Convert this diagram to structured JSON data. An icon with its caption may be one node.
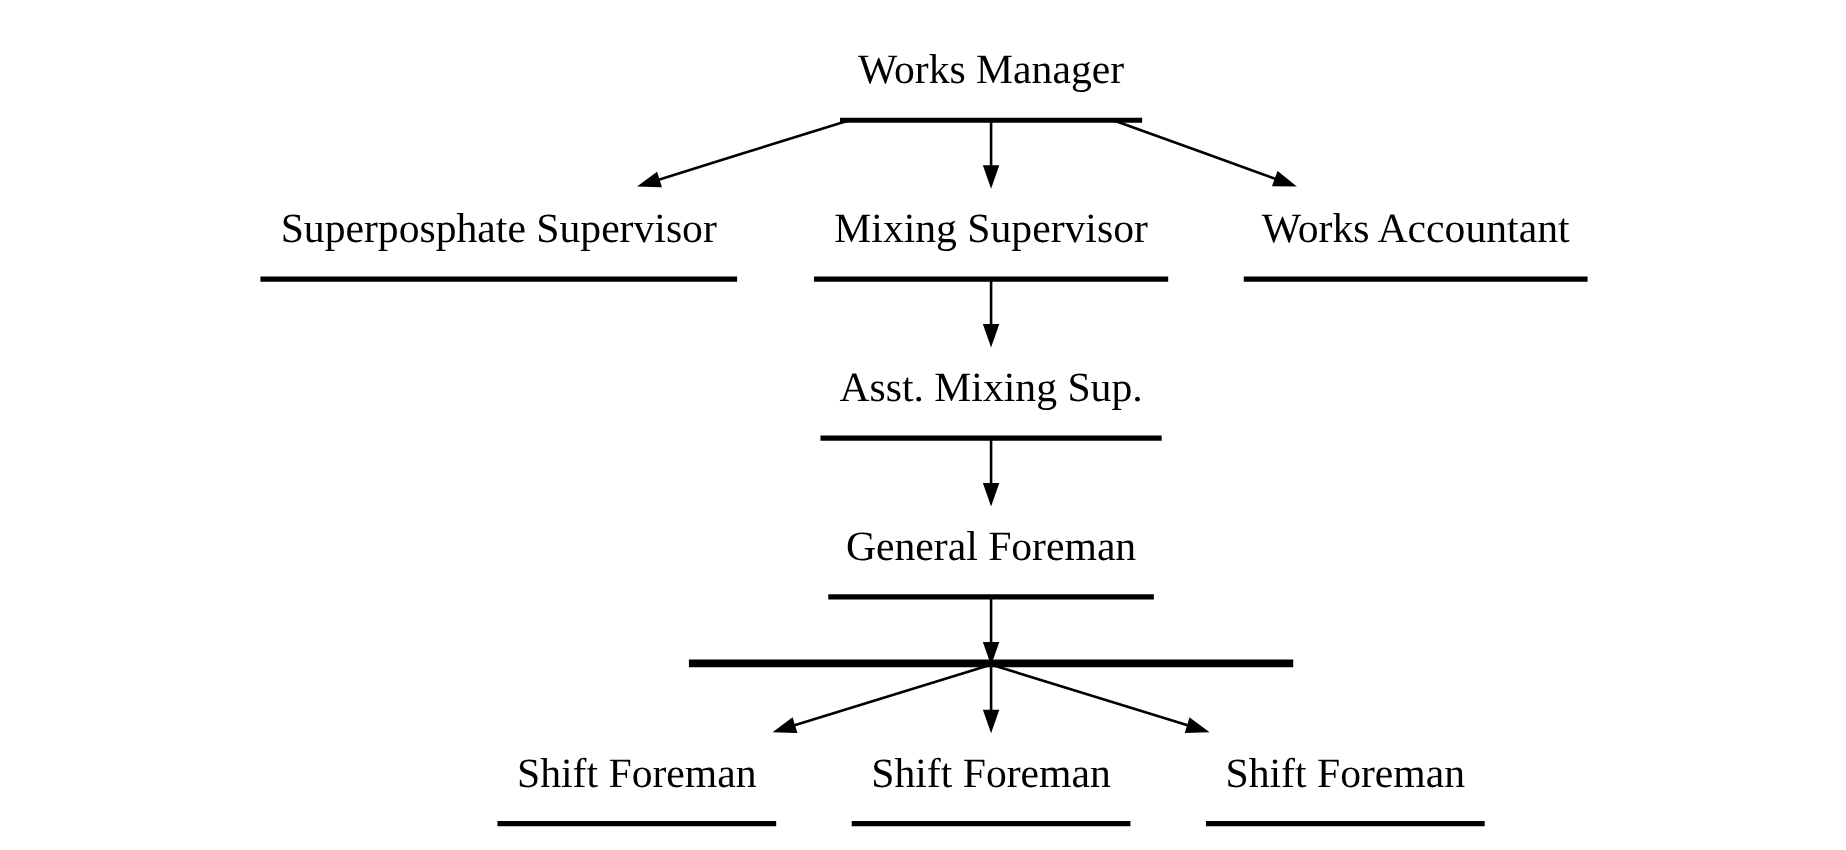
{
  "diagram": {
    "nodes": [
      {
        "text": [
          "Works Manager"
        ]
      },
      {
        "text": [
          "Superposphate Supervisor"
        ]
      },
      {
        "text": [
          "Mixing Supervisor"
        ]
      },
      {
        "text": [
          "Works Accountant"
        ]
      },
      {
        "text": [
          "Asst. Mixing Sup."
        ]
      },
      {
        "text": [
          "General Foreman"
        ]
      },
      {
        "text": [],
        "shape": "bar"
      },
      {
        "text": [
          "Shift Foreman"
        ]
      },
      {
        "text": [
          "Shift Foreman"
        ]
      },
      {
        "text": [
          "Shift Foreman"
        ]
      }
    ],
    "edges": [
      {
        "from": 0,
        "to": 1,
        "arrow": "to"
      },
      {
        "from": 0,
        "to": 2,
        "arrow": "to"
      },
      {
        "from": 0,
        "to": 3,
        "arrow": "to"
      },
      {
        "from": 2,
        "to": 4,
        "arrow": "to"
      },
      {
        "from": 4,
        "to": 5,
        "arrow": "to"
      },
      {
        "from": 5,
        "to": 6,
        "arrow": "to"
      },
      {
        "from": 6,
        "to": 7,
        "arrow": "to"
      },
      {
        "from": 6,
        "to": 8,
        "arrow": "to"
      },
      {
        "from": 6,
        "to": 9,
        "arrow": "to"
      }
    ]
  }
}
